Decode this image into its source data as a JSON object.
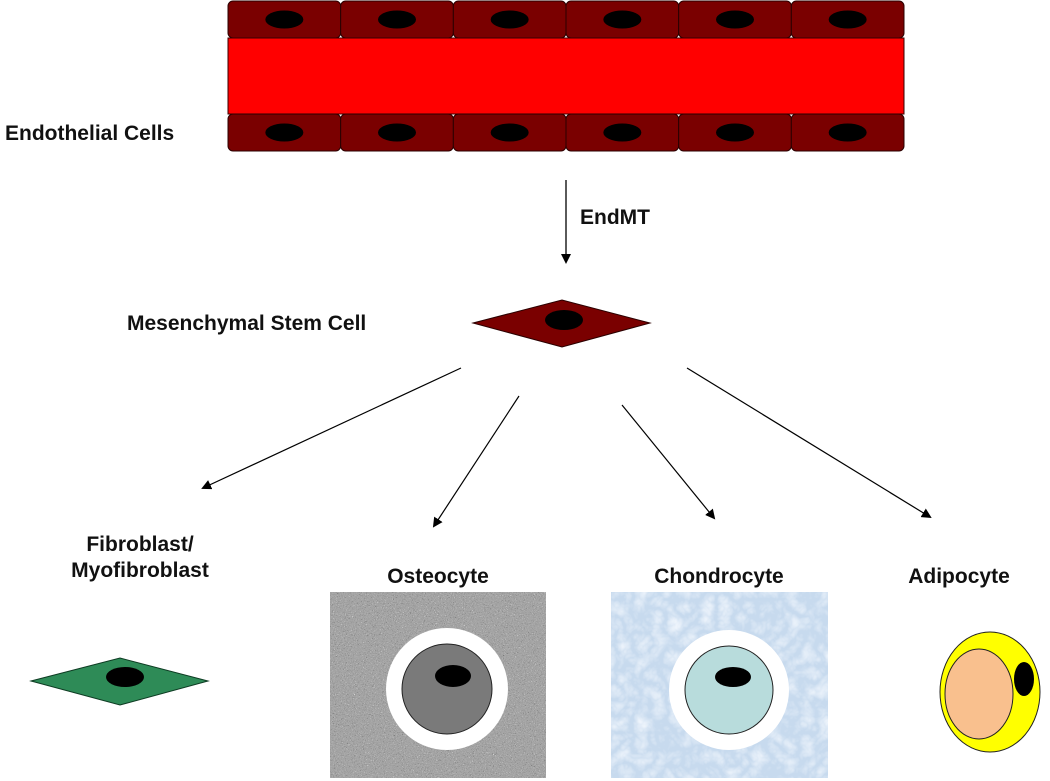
{
  "labels": {
    "endothelial": "Endothelial Cells",
    "process": "EndMT",
    "stem_cell": "Mesenchymal Stem Cell",
    "fibroblast_line1": "Fibroblast/",
    "fibroblast_line2": "Myofibroblast",
    "osteocyte": "Osteocyte",
    "chondrocyte": "Chondrocyte",
    "adipocyte": "Adipocyte"
  },
  "colors": {
    "vessel_lumen": "#ff0000",
    "endothelial_cell": "#7a0000",
    "stem_cell": "#7a0000",
    "fibroblast": "#2e8b57",
    "osteocyte_matrix": "#8c8c8c",
    "osteocyte_cell": "#7a7a7a",
    "chondrocyte_matrix": "#c7daee",
    "chondrocyte_cell": "#b8dcdc",
    "adipocyte_outer": "#ffff00",
    "adipocyte_droplet": "#f9c08e",
    "nucleus": "#000000"
  },
  "vessel": {
    "cells_per_row": 6
  }
}
